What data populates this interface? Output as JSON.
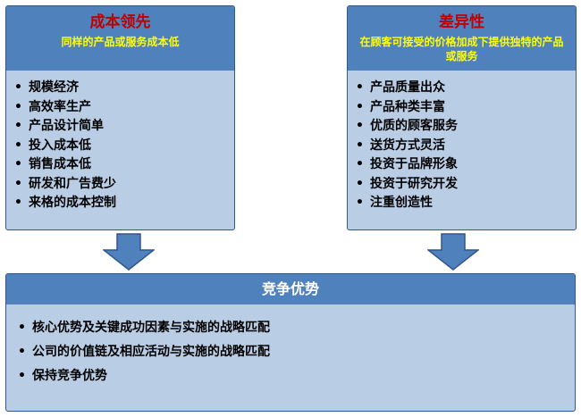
{
  "colors": {
    "header_blue": "#4f81bd",
    "panel_light_blue": "#b9cde5",
    "border_blue": "#31578b",
    "title_red": "#c00000",
    "subtitle_yellow": "#ffff00",
    "bottom_title_white": "#ffffff",
    "text_black": "#000000"
  },
  "cost_leadership": {
    "title": "成本领先",
    "subtitle": "同样的产品或服务成本低",
    "items": [
      "规模经济",
      "高效率生产",
      "产品设计简单",
      "投入成本低",
      "销售成本低",
      "研发和广告费少",
      "来格的成本控制"
    ]
  },
  "differentiation": {
    "title": "差异性",
    "subtitle": "在顾客可接受的价格加成下提供独特的产品或服务",
    "items": [
      "产品质量出众",
      "产品种类丰富",
      "优质的顾客服务",
      "送货方式灵活",
      "投资于品牌形象",
      "投资于研究开发",
      "注重创造性"
    ]
  },
  "competitive_advantage": {
    "title": "竞争优势",
    "items": [
      "核心优势及关键成功因素与实施的战略匹配",
      "公司的价值链及相应活动与实施的战略匹配",
      "保持竞争优势"
    ]
  },
  "arrows": {
    "left": "down-arrow",
    "right": "down-arrow"
  }
}
